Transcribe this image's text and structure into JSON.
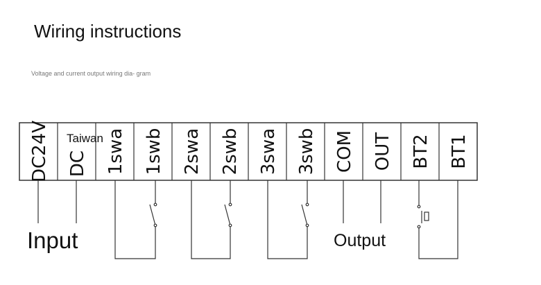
{
  "header": {
    "title": "Wiring instructions",
    "subtitle": "Voltage and current output wiring dia- gram"
  },
  "terminal_block": {
    "terminals": [
      {
        "id": "dc24v",
        "label": "DC24V"
      },
      {
        "id": "dc",
        "label": "DC"
      },
      {
        "id": "1swa",
        "label": "1swa"
      },
      {
        "id": "1swb",
        "label": "1swb"
      },
      {
        "id": "2swa",
        "label": "2swa"
      },
      {
        "id": "2swb",
        "label": "2swb"
      },
      {
        "id": "3swa",
        "label": "3swa"
      },
      {
        "id": "3swb",
        "label": "3swb"
      },
      {
        "id": "com",
        "label": "COM"
      },
      {
        "id": "out",
        "label": "OUT"
      },
      {
        "id": "bt2",
        "label": "BT2"
      },
      {
        "id": "bt1",
        "label": "BT1"
      }
    ]
  },
  "watermark": "Taiwan",
  "labels": {
    "input": "Input",
    "output": "Output"
  },
  "colors": {
    "line": "#333333",
    "text": "#111111"
  }
}
